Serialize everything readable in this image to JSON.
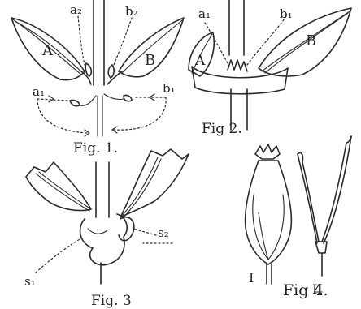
{
  "figures": {
    "fig1": {
      "caption": "Fig. 1.",
      "leaf_left_label": "A",
      "leaf_right_label": "B",
      "labels": {
        "a2": "a₂",
        "b2": "b₂",
        "a1": "a₁",
        "b1": "b₁"
      }
    },
    "fig2": {
      "caption": "Fig 2.",
      "leaf_left_label": "A",
      "leaf_right_label": "B",
      "labels": {
        "a1": "a₁",
        "b1": "b₁"
      }
    },
    "fig3": {
      "caption": "Fig. 3",
      "labels": {
        "s1": "s₁",
        "s2": "s₂"
      }
    },
    "fig4": {
      "caption": "Fig 4.",
      "panel_I": "I",
      "panel_II": "II"
    }
  }
}
